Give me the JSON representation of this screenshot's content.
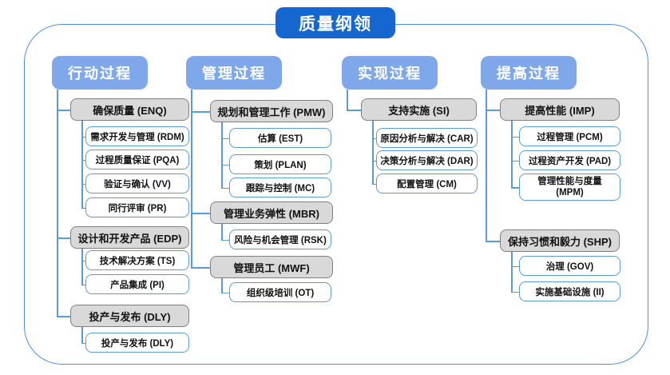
{
  "title": "质量纲领",
  "colors": {
    "title_bg": "#1666d0",
    "header_bg": "#7fa8ea",
    "gray_fill": "#d9d9d9",
    "gray_border": "#808080",
    "blue_border": "#5b9bd5",
    "connector_line": "#5b9bd5",
    "outer_frame": "#4a90e2"
  },
  "columns": [
    {
      "header": "行动过程",
      "groups": [
        {
          "label": "确保质量 (ENQ)",
          "children": [
            "需求开发与管理 (RDM)",
            "过程质量保证 (PQA)",
            "验证与确认 (VV)",
            "同行评审 (PR)"
          ]
        },
        {
          "label": "设计和开发产品 (EDP)",
          "children": [
            "技术解决方案 (TS)",
            "产品集成 (PI)"
          ]
        },
        {
          "label": "投产与发布 (DLY)",
          "children": [
            "投产与发布 (DLY)"
          ]
        }
      ]
    },
    {
      "header": "管理过程",
      "groups": [
        {
          "label": "规划和管理工作 (PMW)",
          "children": [
            "估算 (EST)",
            "策划 (PLAN)",
            "跟踪与控制 (MC)"
          ]
        },
        {
          "label": "管理业务弹性 (MBR)",
          "children": [
            "风险与机会管理 (RSK)"
          ]
        },
        {
          "label": "管理员工 (MWF)",
          "children": [
            "组织级培训 (OT)"
          ]
        }
      ]
    },
    {
      "header": "实现过程",
      "groups": [
        {
          "label": "支持实施 (SI)",
          "children": [
            "原因分析与解决 (CAR)",
            "决策分析与解决 (DAR)",
            "配置管理 (CM)"
          ]
        }
      ]
    },
    {
      "header": "提高过程",
      "groups": [
        {
          "label": "提高性能 (IMP)",
          "children": [
            "过程管理 (PCM)",
            "过程资产开发 (PAD)",
            "管理性能与度量 (MPM)"
          ]
        },
        {
          "label": "保持习惯和毅力 (SHP)",
          "children": [
            "治理 (GOV)",
            "实施基础设施 (II)"
          ]
        }
      ]
    }
  ]
}
